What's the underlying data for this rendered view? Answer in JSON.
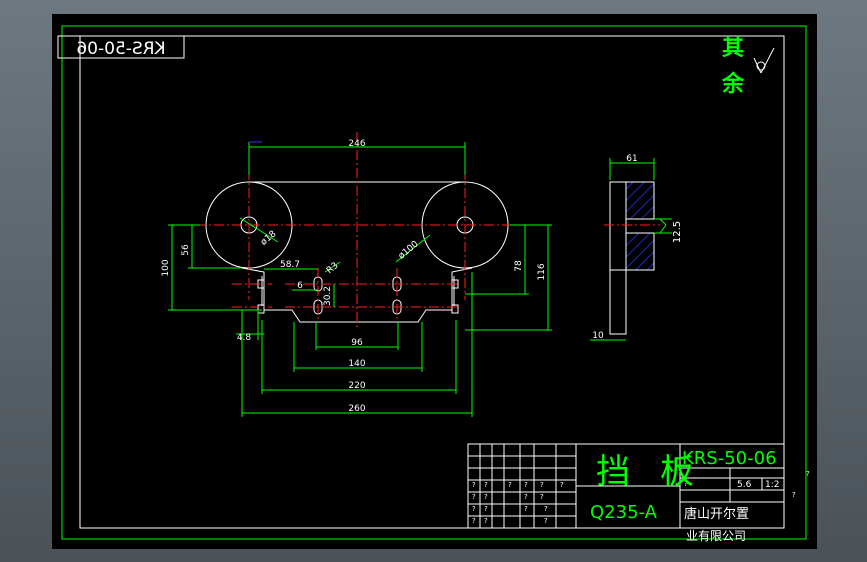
{
  "drawing": {
    "code_mirrored": "KRS-50-06",
    "code": "KRS-50-06",
    "roughness": "其余",
    "part_name": "挡板",
    "material": "Q235-A",
    "company_line1": "唐山开尔置",
    "company_line2": "业有限公司",
    "scale": "1:2",
    "weight": "5.6",
    "question": "?"
  },
  "dimensions": {
    "d246": "246",
    "d56": "56",
    "d100": "100",
    "d58_7": "58.7",
    "d6": "6",
    "dR3": "R3",
    "d30_2": "30.2",
    "d78": "78",
    "d116": "116",
    "d4_8": "4.8",
    "d96": "96",
    "d140": "140",
    "d220": "220",
    "d260": "260",
    "d61": "61",
    "d12_5": "12.5",
    "d10": "10",
    "dphi18": "ø18",
    "dphi100": "ø100"
  },
  "colors": {
    "bg": "#000000",
    "line": "#ffffff",
    "dim": "#00ff00",
    "center": "#ff2020",
    "hatch": "#3030ff"
  }
}
